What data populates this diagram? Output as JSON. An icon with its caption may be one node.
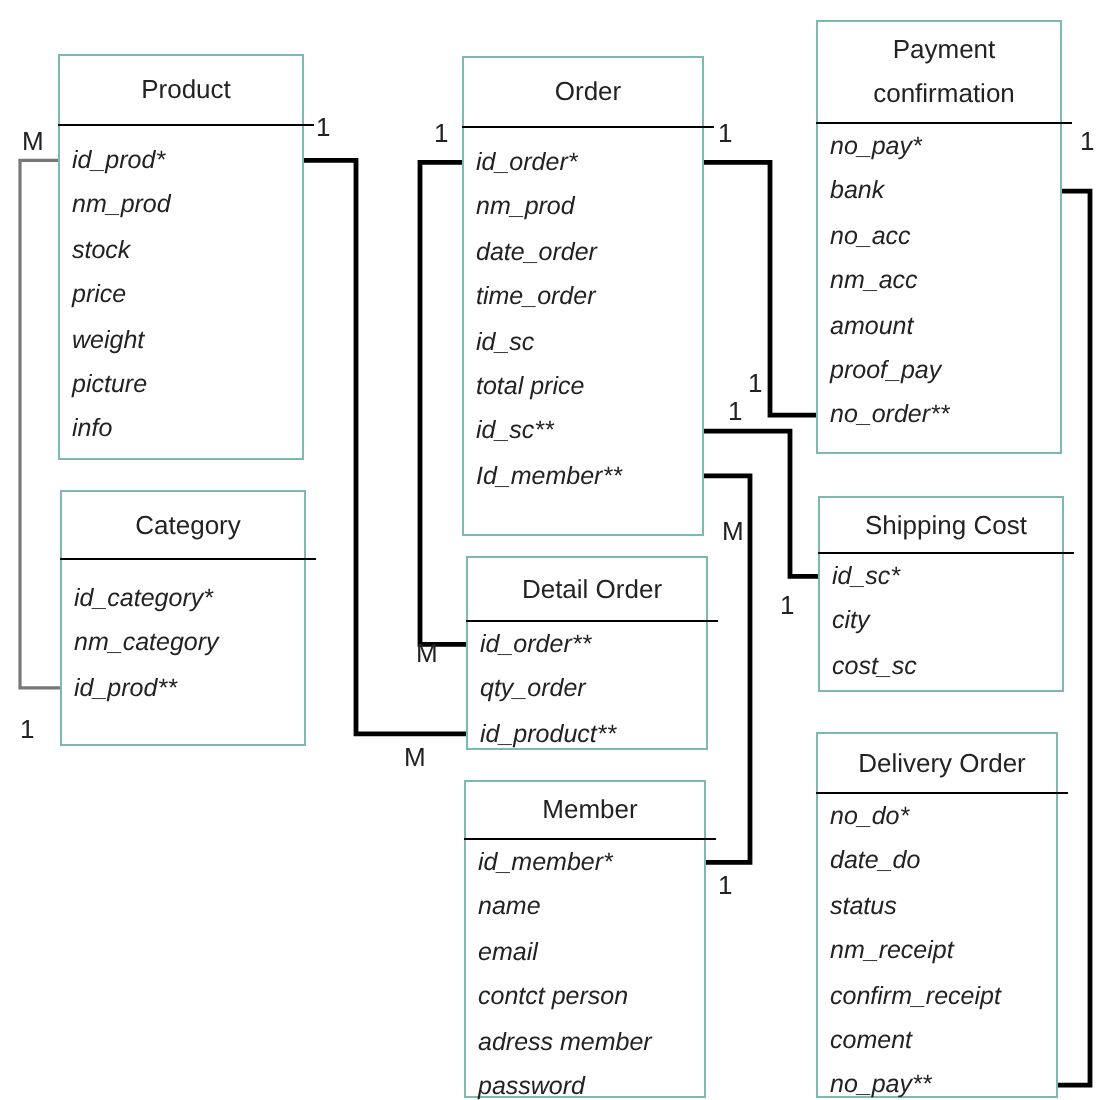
{
  "diagram": {
    "nodes": [
      {
        "text": [
          "Product",
          "id_prod*",
          "nm_prod",
          "stock",
          "price",
          "weight",
          "picture",
          "info"
        ]
      },
      {
        "text": [
          "Category",
          "id_category*",
          "nm_category",
          "id_prod**"
        ]
      },
      {
        "text": [
          "Order",
          "id_order*",
          "nm_prod",
          "date_order",
          "time_order",
          "id_sc",
          "total price",
          "id_sc**",
          "Id_member**"
        ]
      },
      {
        "text": [
          "Detail Order",
          "id_order**",
          "qty_order",
          "id_product**"
        ]
      },
      {
        "text": [
          "Member",
          "id_member*",
          "name",
          "email",
          "contct person",
          "adress member",
          "password"
        ]
      },
      {
        "text": [
          "Payment confirmation",
          "no_pay*",
          "bank",
          "no_acc",
          "nm_acc",
          "amount",
          "proof_pay",
          "no_order**"
        ]
      },
      {
        "text": [
          "Shipping Cost",
          "id_sc*",
          "city",
          "cost_sc"
        ]
      },
      {
        "text": [
          "Delivery Order",
          "no_do*",
          "date_do",
          "status",
          "nm_receipt",
          "confirm_receipt",
          "coment",
          "no_pay**"
        ]
      }
    ],
    "edges": [
      {
        "from": 0,
        "to": 1,
        "arrow": "none",
        "color": "#777777"
      },
      {
        "from": 0,
        "to": 3,
        "arrow": "none"
      },
      {
        "from": 2,
        "to": 3,
        "arrow": "none"
      },
      {
        "from": 2,
        "to": 5,
        "arrow": "none"
      },
      {
        "from": 2,
        "to": 6,
        "arrow": "none"
      },
      {
        "from": 2,
        "to": 4,
        "arrow": "none"
      },
      {
        "from": 5,
        "to": 7,
        "arrow": "none"
      }
    ],
    "labels": [
      "M",
      "1",
      "1",
      "1",
      "1",
      "1",
      "1",
      "M",
      "M",
      "1",
      "1",
      "M",
      "1"
    ]
  }
}
